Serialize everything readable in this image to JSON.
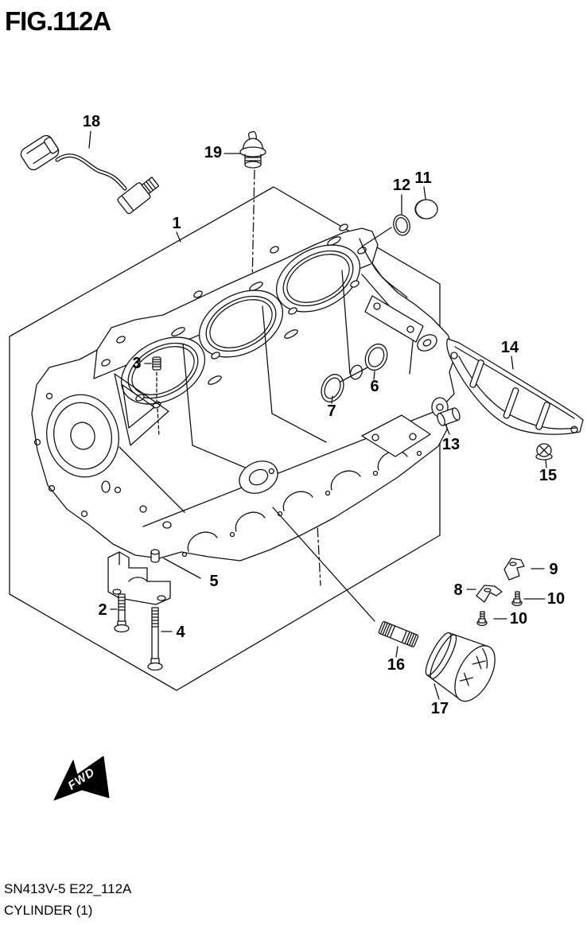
{
  "figure": {
    "title": "FIG.112A"
  },
  "footer": {
    "code": "SN413V-5 E22_112A",
    "caption": "CYLINDER (1)"
  },
  "direction_indicator": {
    "label": "FWD"
  },
  "colors": {
    "line": "#111111",
    "background": "#ffffff"
  },
  "callouts": [
    "1",
    "2",
    "3",
    "4",
    "5",
    "6",
    "7",
    "8",
    "9",
    "10",
    "10",
    "11",
    "12",
    "13",
    "14",
    "15",
    "16",
    "17",
    "18",
    "19"
  ]
}
